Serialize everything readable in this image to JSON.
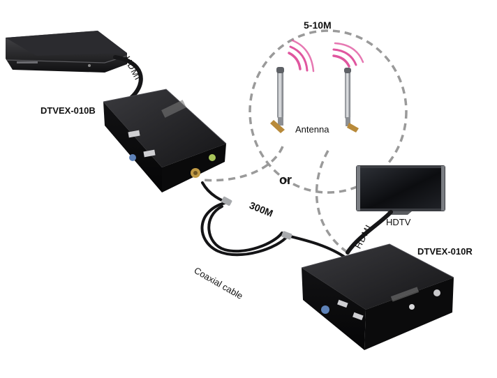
{
  "labels": {
    "transmitter": "DTVEX-010B",
    "receiver": "DTVEX-010R",
    "distance_wireless": "5-10M",
    "distance_coax": "300M",
    "or": "or",
    "antenna": "Antenna",
    "coax": "Coaxial cable",
    "hdtv": "HDTV",
    "hdmi_top": "HDMI",
    "hdmi_right": "HDMI"
  },
  "colors": {
    "device_body": "#1b1b1d",
    "dashed_line": "#9a9a9a",
    "signal_waves": "#e0569f",
    "antenna_metal": "#b9bcc0"
  }
}
